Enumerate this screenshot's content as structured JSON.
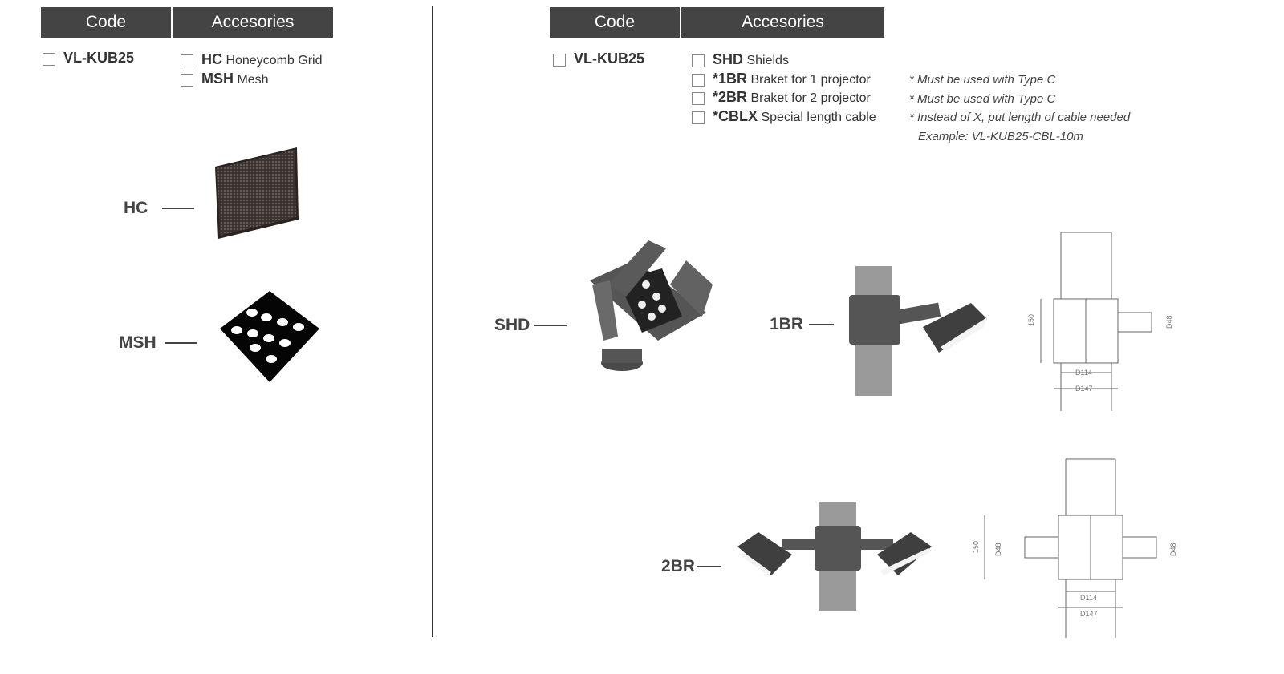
{
  "left": {
    "headers": {
      "code": "Code",
      "accessories": "Accesories"
    },
    "code": "VL-KUB25",
    "items": [
      {
        "code": "HC",
        "desc": "Honeycomb Grid"
      },
      {
        "code": "MSH",
        "desc": "Mesh"
      }
    ],
    "labels": {
      "hc": "HC",
      "msh": "MSH"
    }
  },
  "right": {
    "headers": {
      "code": "Code",
      "accessories": "Accesories"
    },
    "code": "VL-KUB25",
    "items": [
      {
        "code": "SHD",
        "desc": "Shields"
      },
      {
        "code": "*1BR",
        "desc": "Braket for 1 projector"
      },
      {
        "code": "*2BR",
        "desc": "Braket for 2 projector"
      },
      {
        "code": "*CBLX",
        "desc": "Special length cable"
      }
    ],
    "notes": [
      "* Must be used with Type C",
      "* Must be used with Type C",
      "* Instead of X, put length of cable needed",
      "Example: VL-KUB25-CBL-10m"
    ],
    "labels": {
      "shd": "SHD",
      "br1": "1BR",
      "br2": "2BR"
    },
    "dims": {
      "h": "150",
      "d48": "D48",
      "d114": "D114",
      "d147": "D147"
    }
  }
}
